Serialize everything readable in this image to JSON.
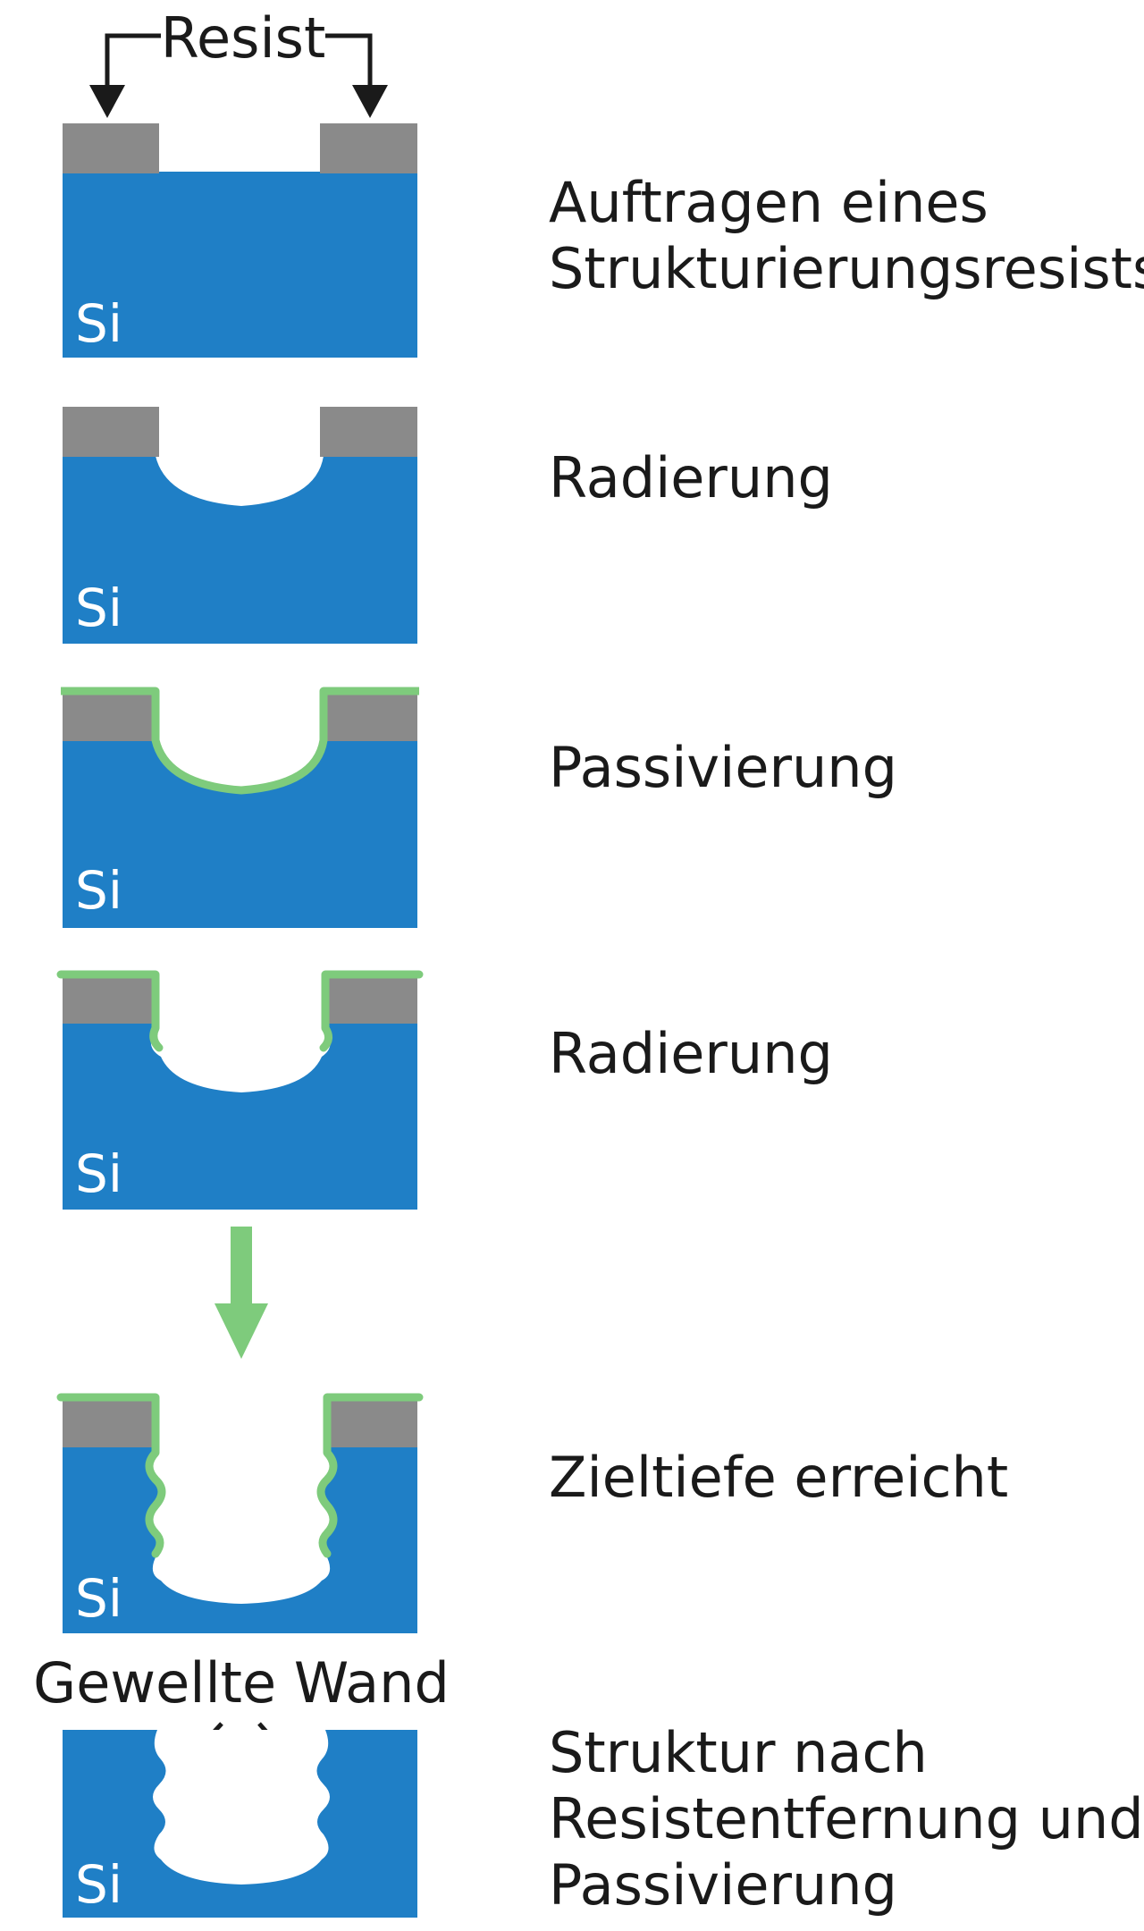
{
  "colors": {
    "silicon": "#1f7fc6",
    "resist": "#8a8a8a",
    "passivation": "#7ecb7c",
    "etched": "#ffffff",
    "text": "#1a1a1a"
  },
  "material_label": "Si",
  "callouts": {
    "resist": "Resist",
    "wavy_wall": "Gewellte Wand"
  },
  "steps": [
    {
      "lines": [
        "Auftragen eines",
        "Strukturierungsresists"
      ]
    },
    {
      "lines": [
        "Radierung"
      ]
    },
    {
      "lines": [
        "Passivierung"
      ]
    },
    {
      "lines": [
        "Radierung"
      ]
    },
    {
      "lines": [
        "Zieltiefe erreicht"
      ]
    },
    {
      "lines": [
        "Struktur nach",
        "Resistentfernung und",
        "Passivierung"
      ]
    }
  ]
}
